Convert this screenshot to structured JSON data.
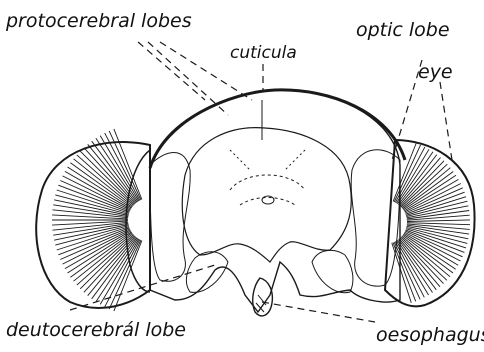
{
  "labels": {
    "protocerebral_lobes": "protocerebral lobes",
    "cuticula": "cuticula",
    "optic_lobe": "optic lobe",
    "eye": "eye",
    "deutocerebral_lobe": "deutocerebrál lobe",
    "oesophagus": "oesophagus"
  },
  "colors": {
    "ink": "#1a1a1a",
    "background": "#ffffff",
    "stipple_fill": "#9a9a9a"
  }
}
